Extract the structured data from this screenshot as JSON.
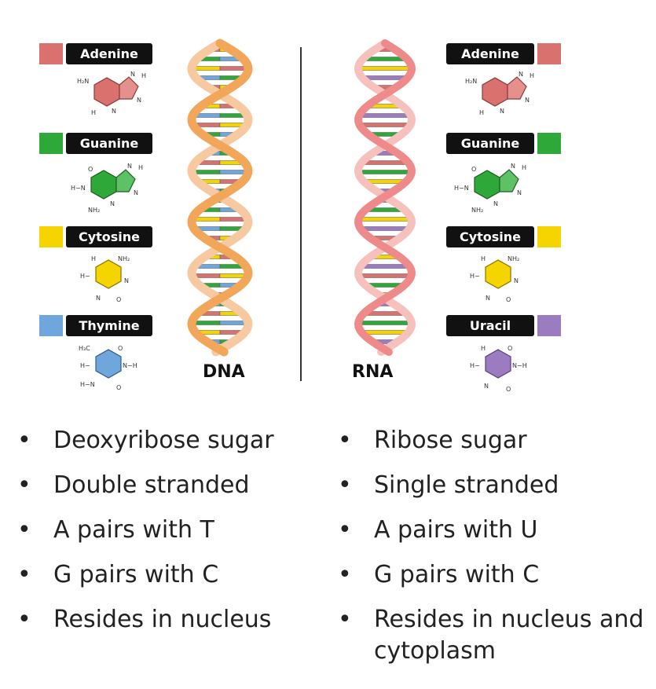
{
  "dna": {
    "label": "DNA",
    "bases": [
      {
        "name": "Adenine",
        "color": "#d9716f"
      },
      {
        "name": "Guanine",
        "color": "#2fa83a"
      },
      {
        "name": "Cytosine",
        "color": "#f5d400"
      },
      {
        "name": "Thymine",
        "color": "#6fa6dc"
      }
    ],
    "properties": [
      "Deoxyribose sugar",
      "Double stranded",
      "A pairs with T",
      "G pairs with C",
      "Resides in nucleus"
    ]
  },
  "rna": {
    "label": "RNA",
    "bases": [
      {
        "name": "Adenine",
        "color": "#d9716f"
      },
      {
        "name": "Guanine",
        "color": "#2fa83a"
      },
      {
        "name": "Cytosine",
        "color": "#f5d400"
      },
      {
        "name": "Uracil",
        "color": "#9b7cc0"
      }
    ],
    "properties": [
      "Ribose sugar",
      "Single stranded",
      "A pairs with U",
      "G pairs with C",
      "Resides in nucleus and cytoplasm"
    ]
  },
  "bullet": "•",
  "atoms": {
    "h": "H",
    "n": "N",
    "o": "O",
    "h2n": "H₂N",
    "nh2": "NH₂",
    "h3c": "H₃C",
    "hn": "H−N",
    "nh": "N−H",
    "hdash": "H−"
  },
  "colors": {
    "dna_backbone": "#f2a65a",
    "dna_backbone_back": "#f7c9a0",
    "rna_backbone": "#ef8a8a",
    "rna_backbone_back": "#f6c1bd"
  }
}
